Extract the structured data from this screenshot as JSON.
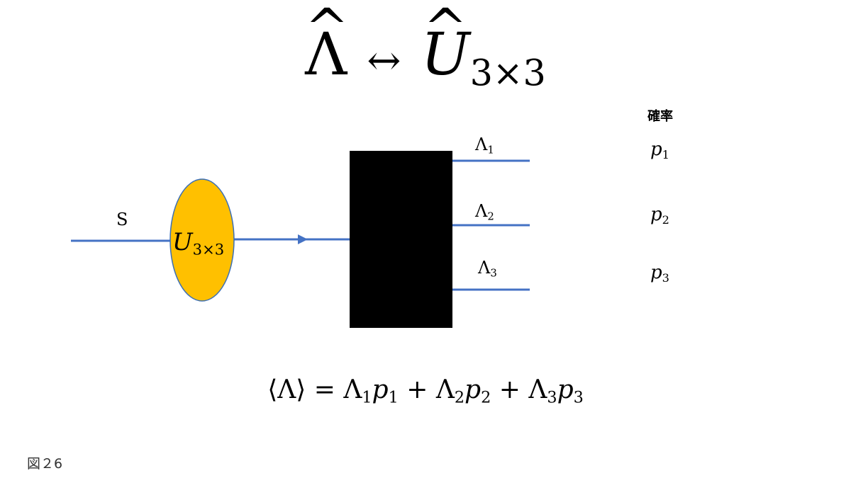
{
  "title": {
    "hat_mark": "^",
    "lhs": "Λ",
    "arrow": "↔",
    "rhs": "U",
    "rhs_sub": "3×3"
  },
  "input": {
    "label": "S"
  },
  "operator": {
    "symbol": "U",
    "sub": "3×3",
    "fill_color": "#FFC000",
    "stroke_color": "#3B6FB6"
  },
  "box": {
    "fill_color": "#000000"
  },
  "outputs": [
    {
      "symbol": "Λ",
      "sub": "1"
    },
    {
      "symbol": "Λ",
      "sub": "2"
    },
    {
      "symbol": "Λ",
      "sub": "3"
    }
  ],
  "probabilities": {
    "header": "確率",
    "items": [
      {
        "symbol": "p",
        "sub": "1"
      },
      {
        "symbol": "p",
        "sub": "2"
      },
      {
        "symbol": "p",
        "sub": "3"
      }
    ]
  },
  "formula": {
    "lhs": "⟨Λ⟩ = ",
    "t1_sym": "Λ",
    "t1_sub": "1",
    "t1_p": "p",
    "t1_psub": "1",
    "plus1": " + ",
    "t2_sym": "Λ",
    "t2_sub": "2",
    "t2_p": "p",
    "t2_psub": "2",
    "plus2": " + ",
    "t3_sym": "Λ",
    "t3_sub": "3",
    "t3_p": "p",
    "t3_psub": "3"
  },
  "line_color": "#4472C4",
  "figure_label": "図２6"
}
